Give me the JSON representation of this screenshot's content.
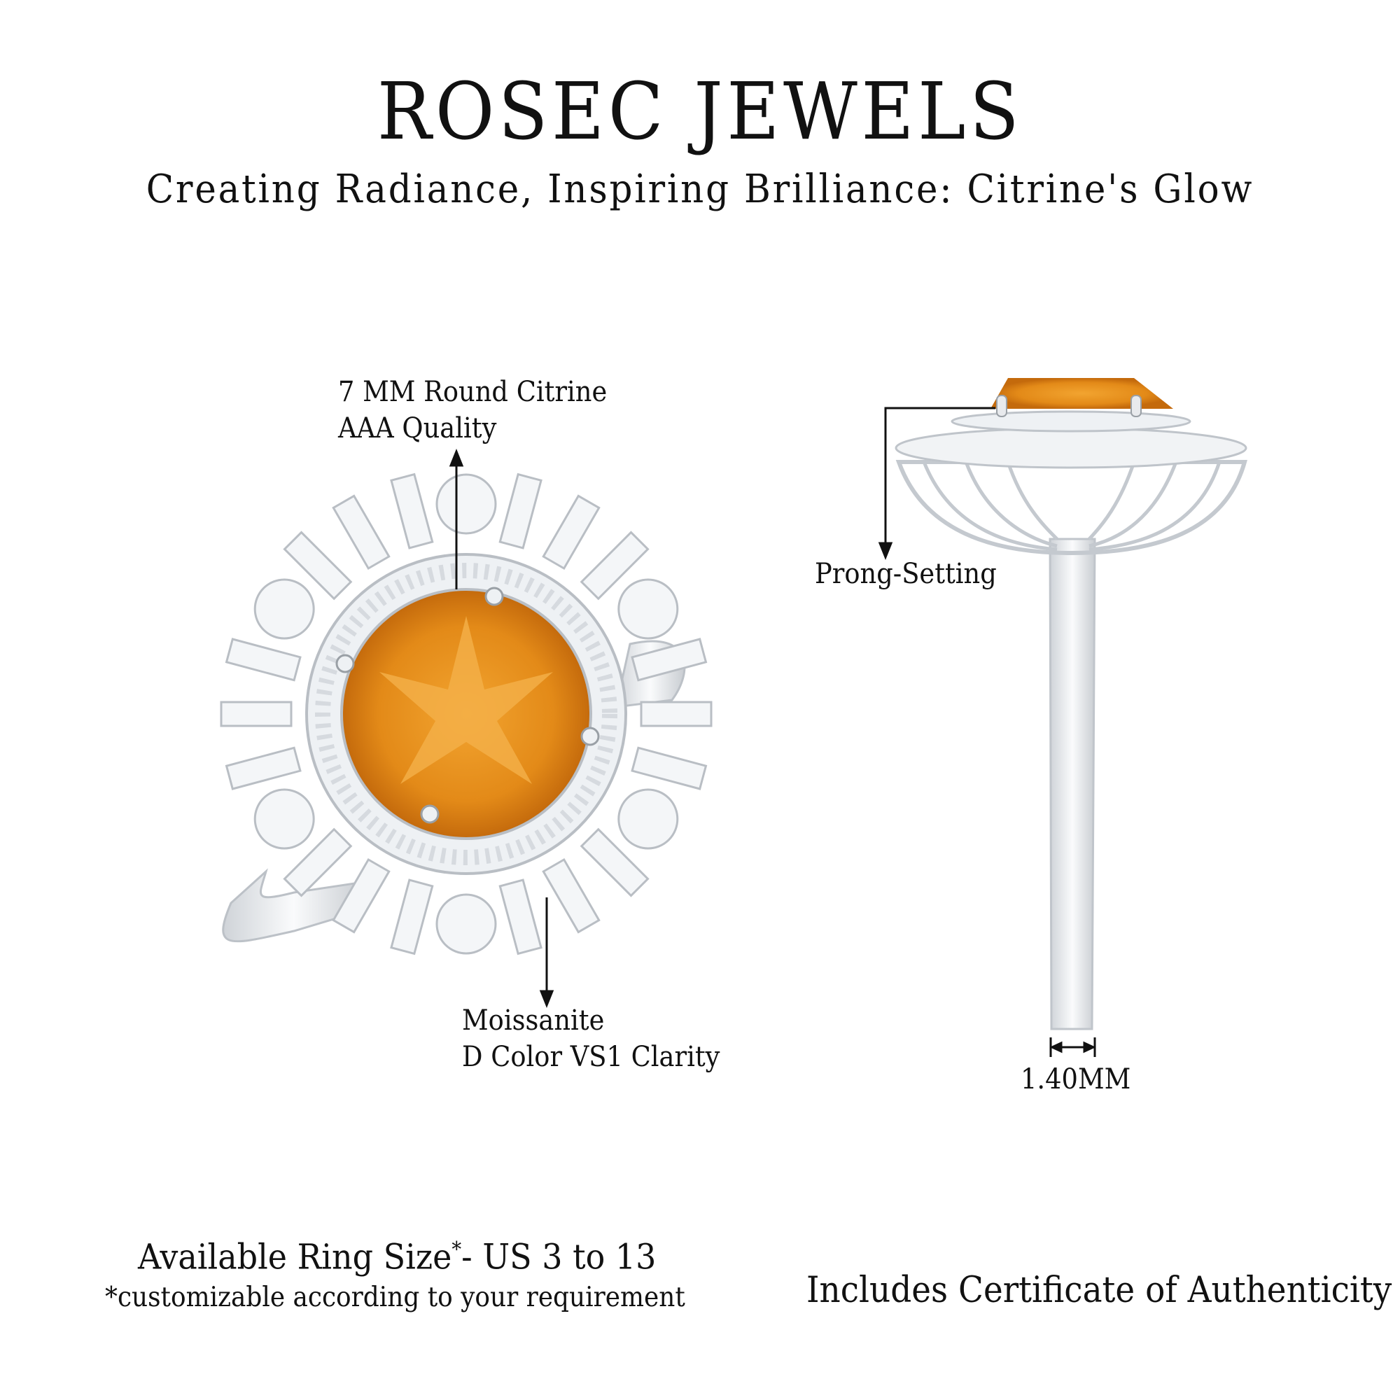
{
  "header": {
    "brand": "ROSEC JEWELS",
    "tagline": "Creating Radiance, Inspiring Brilliance: Citrine's Glow"
  },
  "front_view": {
    "center_stone_label": [
      "7 MM Round Citrine",
      "AAA Quality"
    ],
    "side_stone_label": [
      "Moissanite",
      "D Color VS1 Clarity"
    ]
  },
  "side_view": {
    "setting_label": "Prong-Setting",
    "band_width": "1.40MM"
  },
  "footer": {
    "ring_size_prefix": "Available Ring Size",
    "ring_size_asterisk": "*",
    "ring_size_range": "- US 3 to 13",
    "ring_size_note": "*customizable according to your requirement",
    "certificate": "Includes Certificate of Authenticity"
  },
  "colors": {
    "citrine": "#e8901c",
    "citrine_dark": "#c8700e",
    "metal": "#e6e8eb",
    "text": "#111111"
  }
}
